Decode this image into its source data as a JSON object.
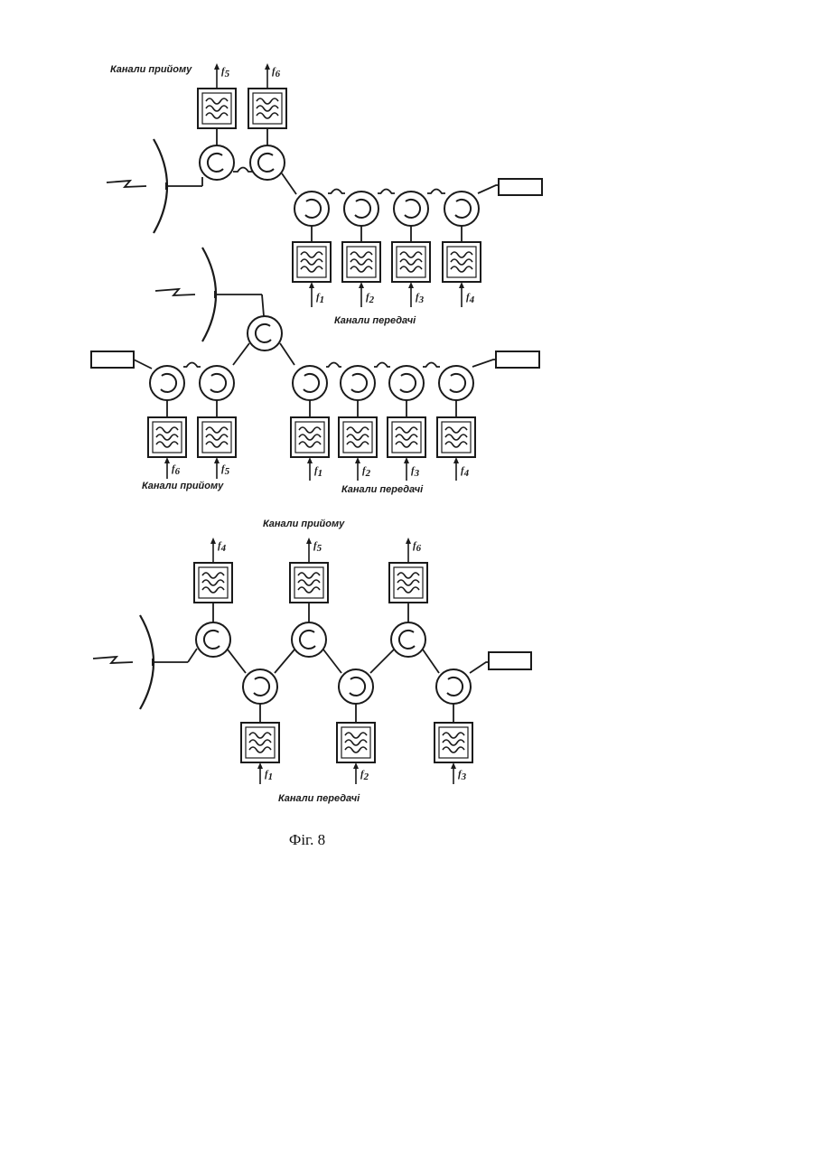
{
  "figure": {
    "caption": "Фіг. 8",
    "diagram1": {
      "rx_label": "Канали прийому",
      "tx_label": "Канали передачі",
      "rx_channels": [
        {
          "sym": "f",
          "sub": "5"
        },
        {
          "sym": "f",
          "sub": "6"
        }
      ],
      "tx_channels": [
        {
          "sym": "f",
          "sub": "1"
        },
        {
          "sym": "f",
          "sub": "2"
        },
        {
          "sym": "f",
          "sub": "3"
        },
        {
          "sym": "f",
          "sub": "4"
        }
      ]
    },
    "diagram2": {
      "rx_label": "Канали прийому",
      "tx_label": "Канали передачі",
      "rx_channels": [
        {
          "sym": "f",
          "sub": "6"
        },
        {
          "sym": "f",
          "sub": "5"
        }
      ],
      "tx_channels": [
        {
          "sym": "f",
          "sub": "1"
        },
        {
          "sym": "f",
          "sub": "2"
        },
        {
          "sym": "f",
          "sub": "3"
        },
        {
          "sym": "f",
          "sub": "4"
        }
      ]
    },
    "diagram3": {
      "rx_label": "Канали прийому",
      "tx_label": "Канали передачі",
      "rx_channels": [
        {
          "sym": "f",
          "sub": "4"
        },
        {
          "sym": "f",
          "sub": "5"
        },
        {
          "sym": "f",
          "sub": "6"
        }
      ],
      "tx_channels": [
        {
          "sym": "f",
          "sub": "1"
        },
        {
          "sym": "f",
          "sub": "2"
        },
        {
          "sym": "f",
          "sub": "3"
        }
      ]
    }
  }
}
